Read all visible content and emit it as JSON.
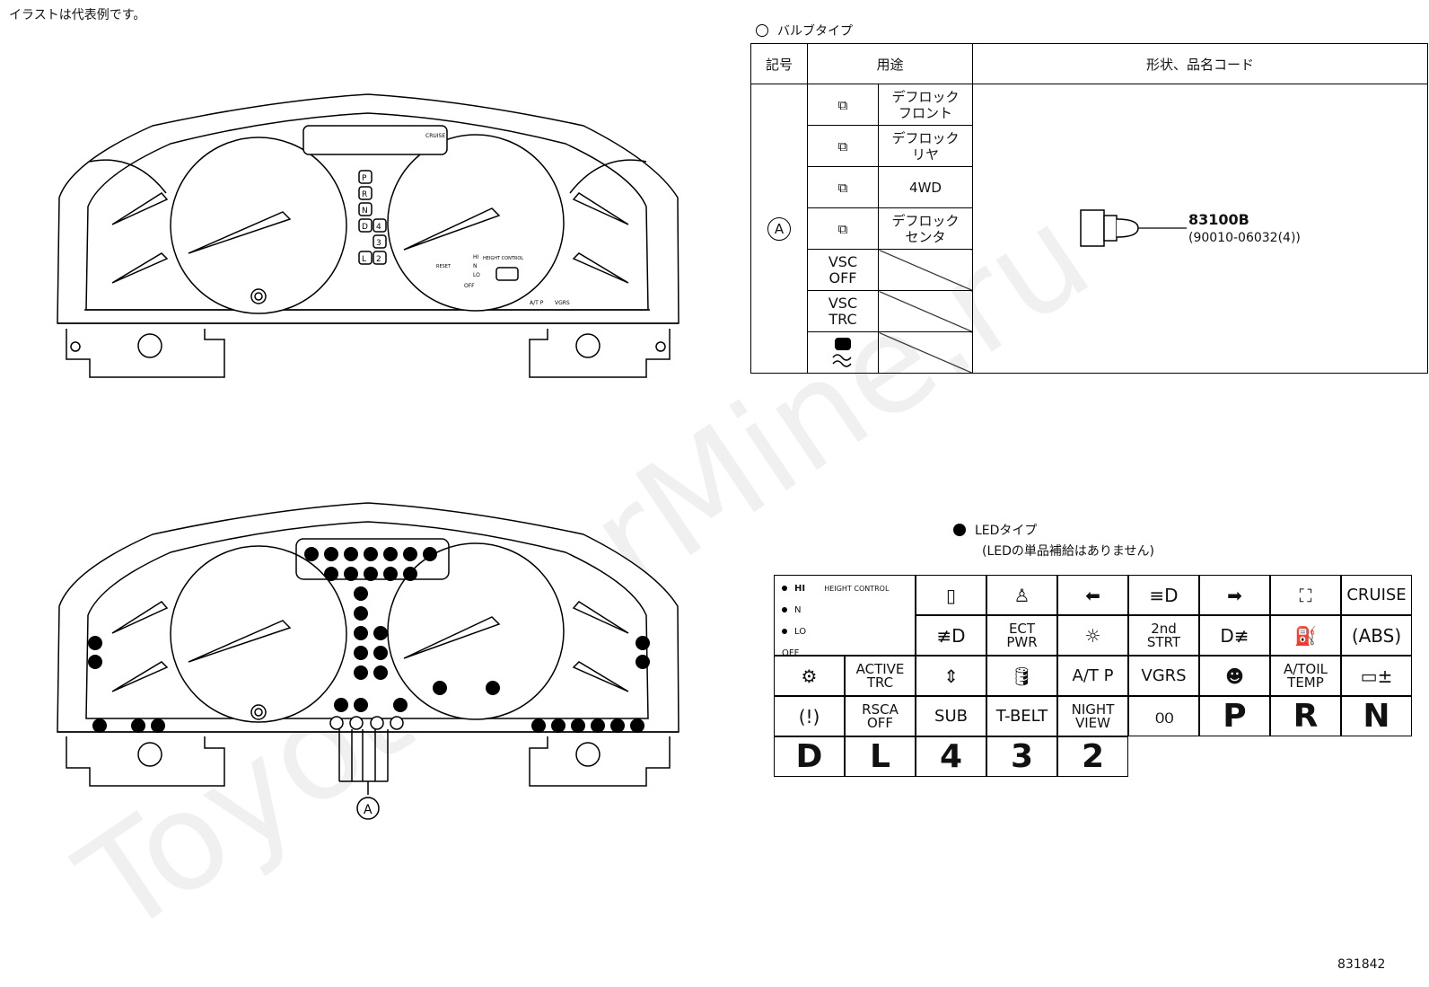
{
  "note": "イラストは代表例です。",
  "figure_id": "831842",
  "watermark": "ToyotaCarMine.ru",
  "callout": "A",
  "bulb_section": {
    "legend": "バルブタイプ",
    "headers": {
      "symbol": "記号",
      "use": "用途",
      "shape": "形状、品名コード"
    },
    "symbol": "A",
    "rows": [
      {
        "icon": "diff-lock-front-icon",
        "label": "デフロック\nフロント"
      },
      {
        "icon": "diff-lock-rear-icon",
        "label": "デフロック\nリヤ"
      },
      {
        "icon": "4wd-icon",
        "label": "4WD"
      },
      {
        "icon": "diff-lock-center-icon",
        "label": "デフロック\nセンタ"
      },
      {
        "icon": "",
        "label": "VSC\nOFF"
      },
      {
        "icon": "",
        "label": "VSC\nTRC"
      },
      {
        "icon": "slip-indicator-icon",
        "label": ""
      }
    ],
    "part_number": "83100B",
    "part_code": "(90010-06032(4))"
  },
  "led_section": {
    "legend": "LEDタイプ",
    "sub": "(LEDの単品補給はありません)",
    "height_control": {
      "title": "HEIGHT CONTROL",
      "hi": "HI",
      "n": "N",
      "lo": "LO",
      "off": "OFF"
    },
    "row1": [
      "door-icon",
      "seatbelt-icon",
      "turn-left-icon",
      "headlight-icon",
      "turn-right-icon",
      "door-open-icon",
      "CRUISE"
    ],
    "row2": [
      "fog-rear-icon",
      "ECT\nPWR",
      "tail-light-icon",
      "2nd\nSTRT",
      "fog-front-icon",
      "fuel-icon",
      "abs-icon"
    ],
    "row3": [
      "check-engine-icon",
      "ACTIVE\nTRC",
      "height-icon",
      "oil-icon",
      "A/T P",
      "VGRS",
      "airbag-icon",
      "A/TOIL\nTEMP",
      "battery-icon"
    ],
    "row4": [
      "brake-icon",
      "RSCA\nOFF",
      "SUB",
      "T-BELT",
      "NIGHT\nVIEW",
      "glow-icon",
      "P",
      "R",
      "N"
    ],
    "row5": [
      "D",
      "L",
      "4",
      "3",
      "2"
    ]
  },
  "cluster_text": {
    "cruise": "CRUISE",
    "hi": "HI",
    "n": "N",
    "lo": "LO",
    "off": "OFF",
    "height_control": "HEIGHT CONTROL",
    "reset": "RESET",
    "atp": "A/T P",
    "vgrs": "VGRS",
    "gears": [
      "P",
      "R",
      "N",
      "D",
      "4",
      "3",
      "L",
      "2"
    ]
  }
}
